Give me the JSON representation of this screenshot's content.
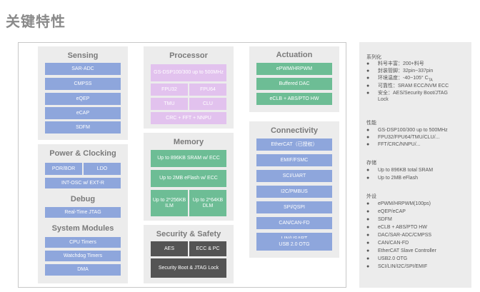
{
  "title": "关键特性",
  "sensing": {
    "title": "Sensing",
    "items": [
      "SAR-ADC",
      "CMPSS",
      "eQEP",
      "eCAP",
      "SDFM"
    ]
  },
  "power": {
    "title": "Power & Clocking",
    "por": "POR/BOR",
    "ldo": "LDO",
    "osc": "INT-OSC w/ EXT-R"
  },
  "debug": {
    "title": "Debug",
    "jtag": "Real-Time JTAG"
  },
  "sysmod": {
    "title": "System Modules",
    "items": [
      "CPU Timers",
      "Watchdog Timers",
      "DMA"
    ]
  },
  "processor": {
    "title": "Processor",
    "dsp": "GS-DSP100/300 up to 500MHz",
    "fpu32": "FPU32",
    "fpu64": "FPU64",
    "tmu": "TMU",
    "clu": "CLU",
    "crc": "CRC + FFT + NNPU"
  },
  "memory": {
    "title": "Memory",
    "sram": "Up to 896KB SRAM w/ ECC",
    "eflash": "Up to 2MB eFlash w/ ECC",
    "ilm": "Up to 2*256KB ILM",
    "dlm": "Up to 2*64KB DLM"
  },
  "security": {
    "title": "Security & Safety",
    "aes": "AES",
    "ecc": "ECC & PC",
    "boot": "Security Boot & JTAG Lock"
  },
  "actuation": {
    "title": "Actuation",
    "items": [
      "ePWM/HRPWM",
      "Buffered DAC",
      "eCLB + ABS/PTO HW"
    ]
  },
  "connectivity": {
    "title": "Connectivity",
    "items": [
      "EtherCAT（已授权）",
      "EMIF/FSMC",
      "SCI/UART",
      "I2C/PMBUS",
      "SPI/QSPI",
      "CAN/CAN-FD",
      "LIN/USART",
      "USB 2.0 OTG"
    ]
  },
  "sidebar": {
    "series": {
      "head": "系列化",
      "items": [
        {
          "a": "料号丰富：200+料号"
        },
        {
          "a": "封装管脚：32pin~337pin"
        },
        {
          "a": "环境温度：-40~105°  C",
          "sub": "TA"
        },
        {
          "a": "可靠性：SRAM ECC/NVM ECC"
        },
        {
          "a": "安全：AES/Security Boot/JTAG",
          "b": "Lock"
        }
      ]
    },
    "perf": {
      "head": "性能",
      "items": [
        "GS-DSP100/300 up to 500MHz",
        "FPU32/FPU64/TMU/CLU/...",
        "FFT/CRC/NNPU/..."
      ]
    },
    "storage": {
      "head": "存储",
      "items": [
        "Up to 896KB total SRAM",
        "Up to 2MB eFlash"
      ]
    },
    "periph": {
      "head": "外设",
      "items": [
        "ePWM/HRPWM(100ps)",
        "eQEP/eCAP",
        "SDFM",
        "eCLB + ABS/PTO HW",
        "DAC/SAR-ADC/CMPSS",
        "CAN/CAN-FD",
        "EtherCAT Slave Controller",
        "USB2.0 OTG",
        "SCI/LIN/I2C/SPI/EMIF"
      ]
    }
  },
  "colors": {
    "blue": "#8ea6dc",
    "purple": "#e2c2ee",
    "green": "#6dbd95",
    "dark": "#545454",
    "panel": "#ececec"
  }
}
